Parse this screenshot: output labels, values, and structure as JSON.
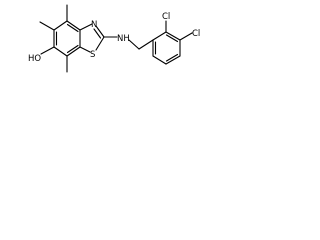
{
  "molecule": {
    "atoms": {
      "hydroxyl": "HO",
      "sulfur": "S",
      "nitrogen_ring": "N",
      "amine": "NH",
      "chlorine_ortho": "Cl",
      "chlorine_para": "Cl"
    },
    "colors": {
      "bond": "#000000",
      "label": "#000000",
      "background": "#ffffff"
    }
  }
}
